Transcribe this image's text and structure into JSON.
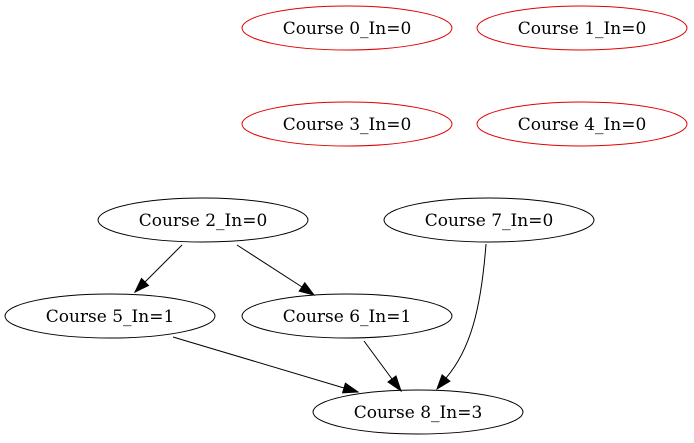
{
  "colors": {
    "isolated_stroke": "#e00000",
    "default_stroke": "#000000",
    "edge": "#000000",
    "background": "#ffffff"
  },
  "nodes": [
    {
      "id": "course-0",
      "label": "Course 0_In=0",
      "status": "isolated"
    },
    {
      "id": "course-1",
      "label": "Course 1_In=0",
      "status": "isolated"
    },
    {
      "id": "course-3",
      "label": "Course 3_In=0",
      "status": "isolated"
    },
    {
      "id": "course-4",
      "label": "Course 4_In=0",
      "status": "isolated"
    },
    {
      "id": "course-2",
      "label": "Course 2_In=0",
      "status": "default"
    },
    {
      "id": "course-7",
      "label": "Course 7_In=0",
      "status": "default"
    },
    {
      "id": "course-5",
      "label": "Course 5_In=1",
      "status": "default"
    },
    {
      "id": "course-6",
      "label": "Course 6_In=1",
      "status": "default"
    },
    {
      "id": "course-8",
      "label": "Course 8_In=3",
      "status": "default"
    }
  ],
  "edges": [
    {
      "from": "course-2",
      "to": "course-5"
    },
    {
      "from": "course-2",
      "to": "course-6"
    },
    {
      "from": "course-5",
      "to": "course-8"
    },
    {
      "from": "course-6",
      "to": "course-8"
    },
    {
      "from": "course-7",
      "to": "course-8"
    }
  ]
}
